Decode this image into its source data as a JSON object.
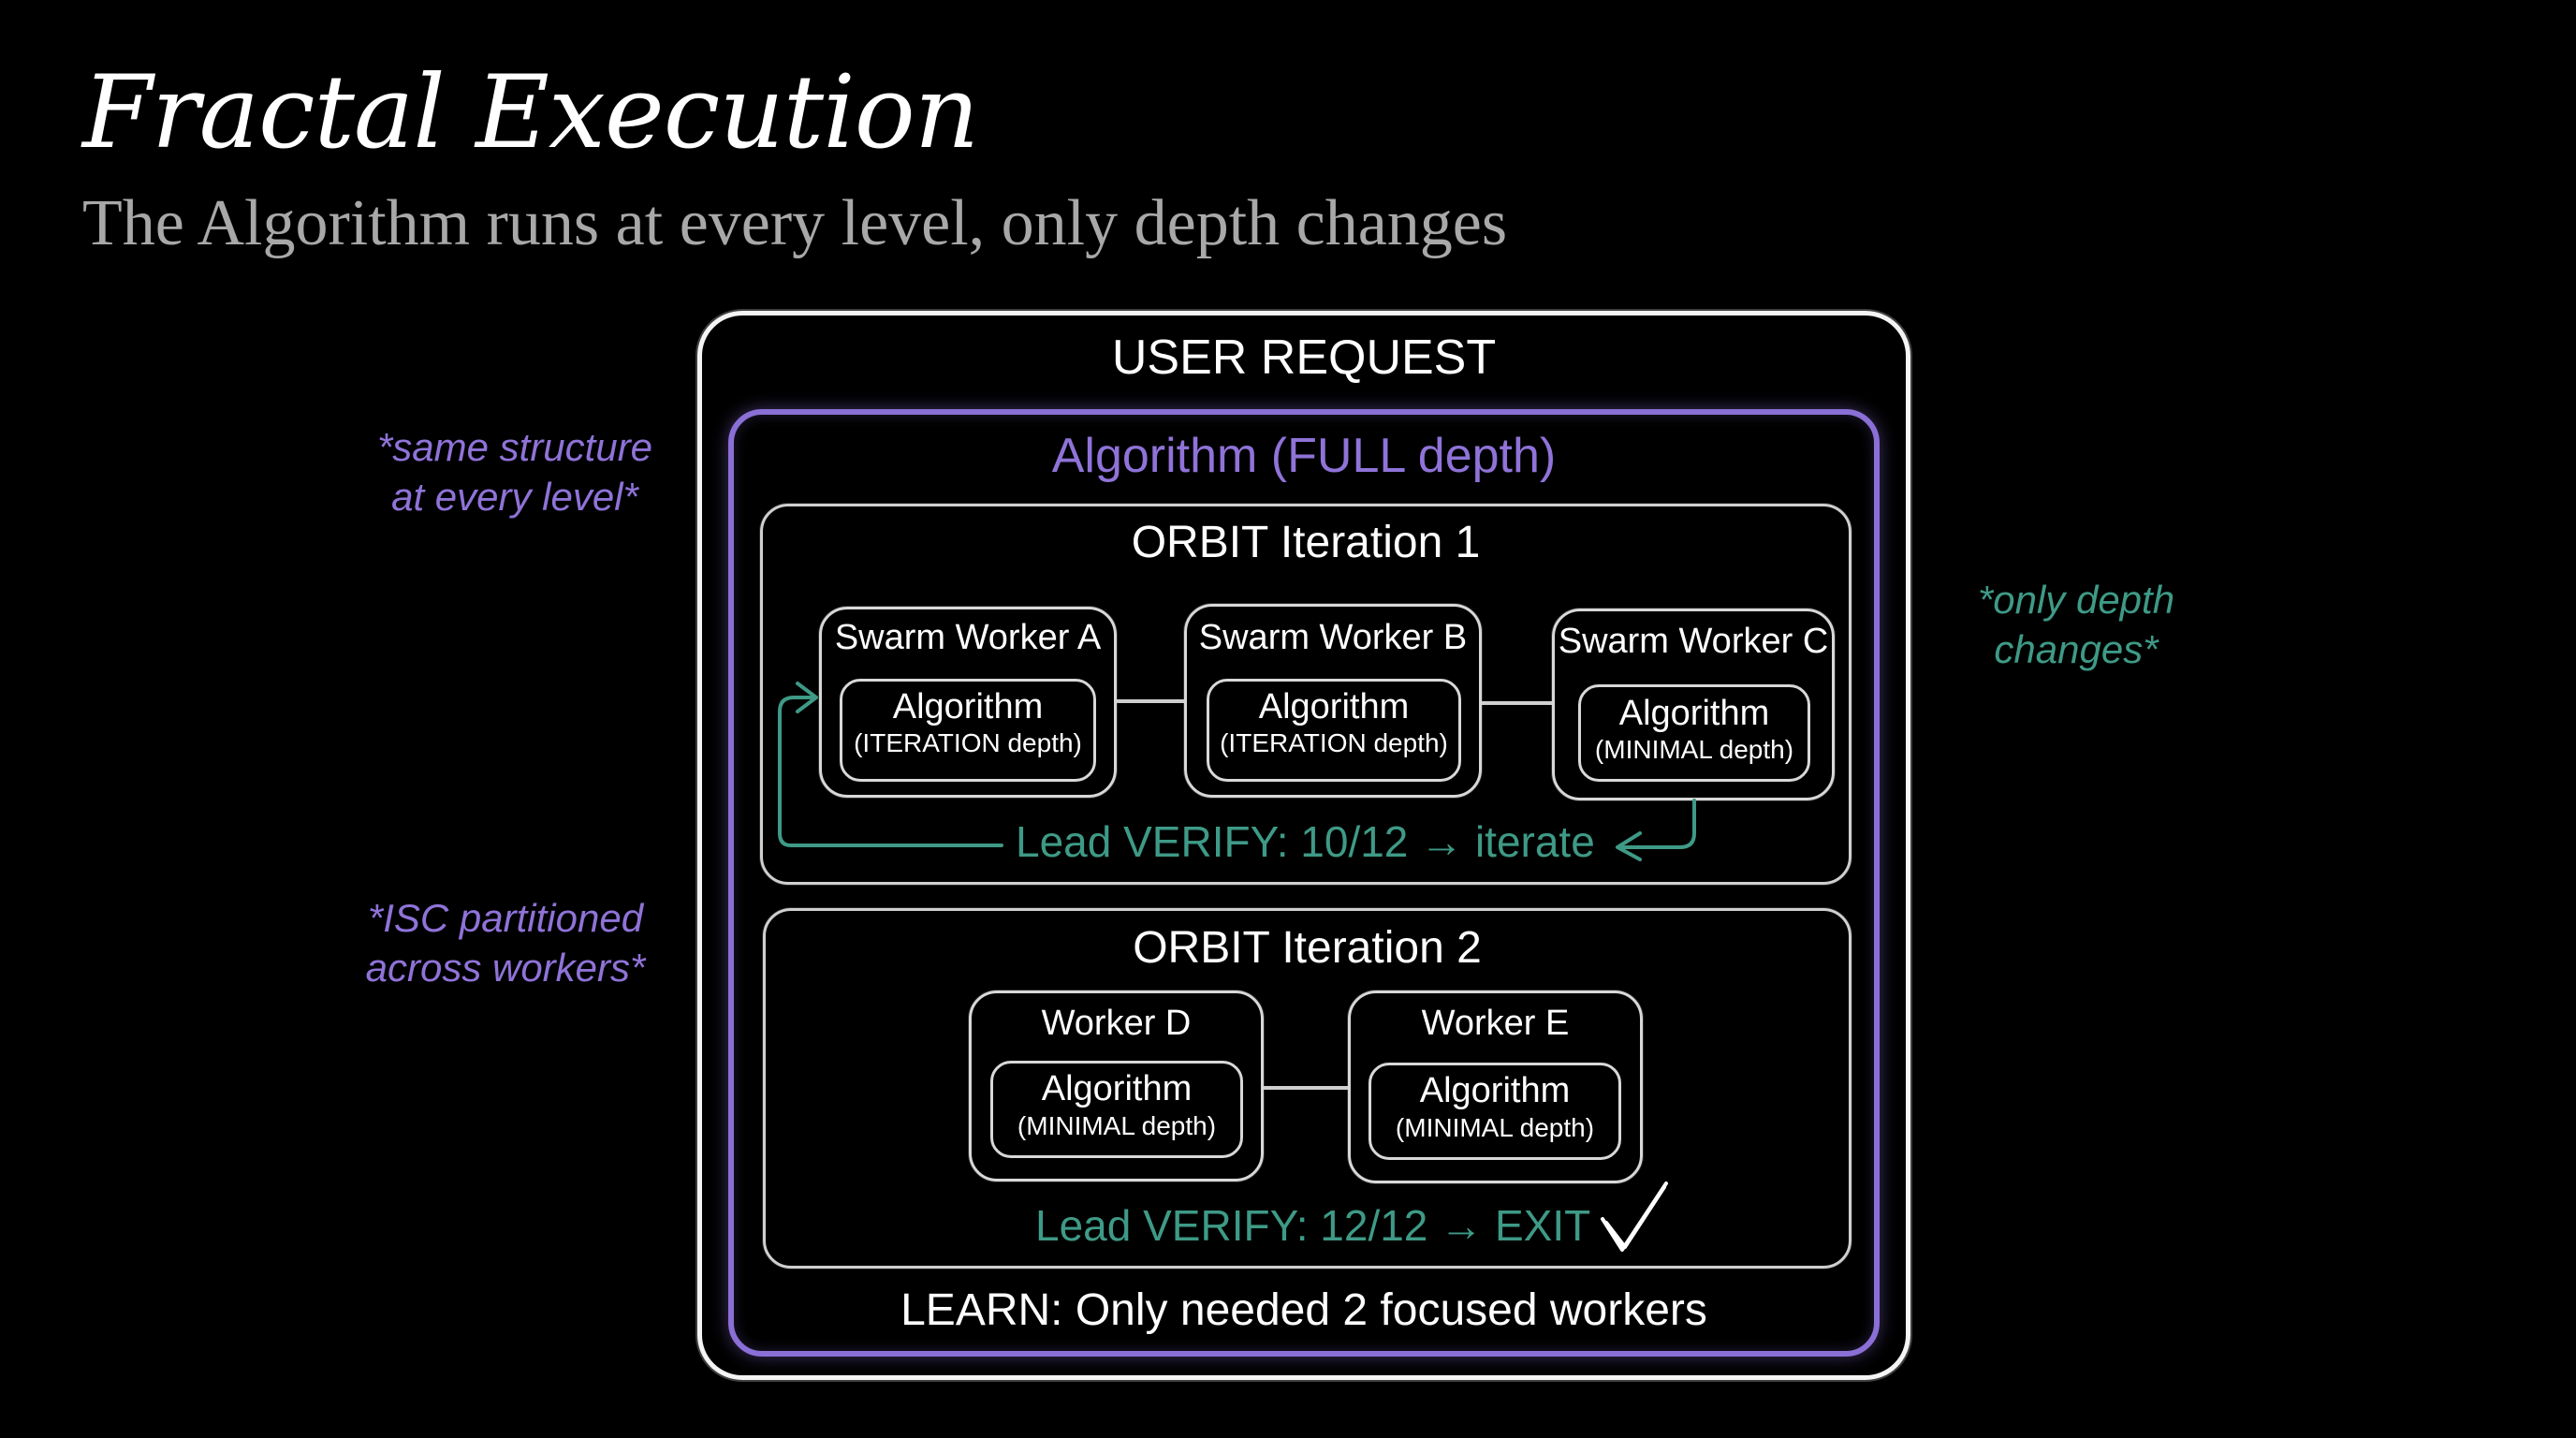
{
  "slide": {
    "title": "Fractal Execution",
    "subtitle": "The Algorithm runs at every level, only depth changes"
  },
  "diagram": {
    "user_request": "USER REQUEST",
    "algorithm_full": "Algorithm (FULL depth)",
    "iterations": [
      {
        "label": "ORBIT Iteration 1",
        "workers": [
          {
            "name": "Swarm Worker A",
            "algo": "Algorithm",
            "depth": "(ITERATION depth)"
          },
          {
            "name": "Swarm Worker B",
            "algo": "Algorithm",
            "depth": "(ITERATION depth)"
          },
          {
            "name": "Swarm Worker C",
            "algo": "Algorithm",
            "depth": "(MINIMAL depth)"
          }
        ],
        "verify": "Lead VERIFY: 10/12 → iterate"
      },
      {
        "label": "ORBIT Iteration 2",
        "workers": [
          {
            "name": "Worker D",
            "algo": "Algorithm",
            "depth": "(MINIMAL depth)"
          },
          {
            "name": "Worker E",
            "algo": "Algorithm",
            "depth": "(MINIMAL depth)"
          }
        ],
        "verify": "Lead VERIFY: 12/12 → EXIT"
      }
    ],
    "learn": "LEARN: Only needed 2 focused workers"
  },
  "annotations": {
    "same_structure": [
      "*same structure",
      "at every level*"
    ],
    "isc_partitioned": [
      "*ISC partitioned",
      "across workers*"
    ],
    "only_depth": [
      "*only depth",
      "changes*"
    ]
  },
  "icons": {
    "exit_check": "checkmark-icon",
    "loop_arrow": "loop-back-arrow-icon"
  },
  "colors": {
    "background": "#000000",
    "purple_accent": "#8a6fd6",
    "teal_accent": "#3e9a86",
    "subtitle_gray": "#a8a8a8"
  }
}
